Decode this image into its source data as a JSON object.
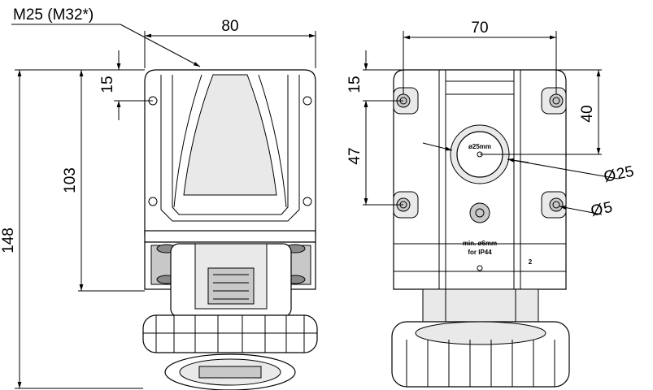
{
  "dimensions": {
    "cable_entry": "M25 (M32*)",
    "left_width": "80",
    "left_top_offset": "15",
    "left_height_mid": "103",
    "left_total_height": "148",
    "right_width": "70",
    "right_top_offset": "15",
    "right_hole_spacing": "47",
    "right_center_offset": "40",
    "right_diameter_large": "25",
    "right_diameter_small": "5",
    "diameter_symbol": "Ø"
  },
  "labels": {
    "knockout": "ø25mm",
    "min_dia_line1": "min. ø6mm",
    "min_dia_line2": "for IP44",
    "part_number": "2"
  }
}
